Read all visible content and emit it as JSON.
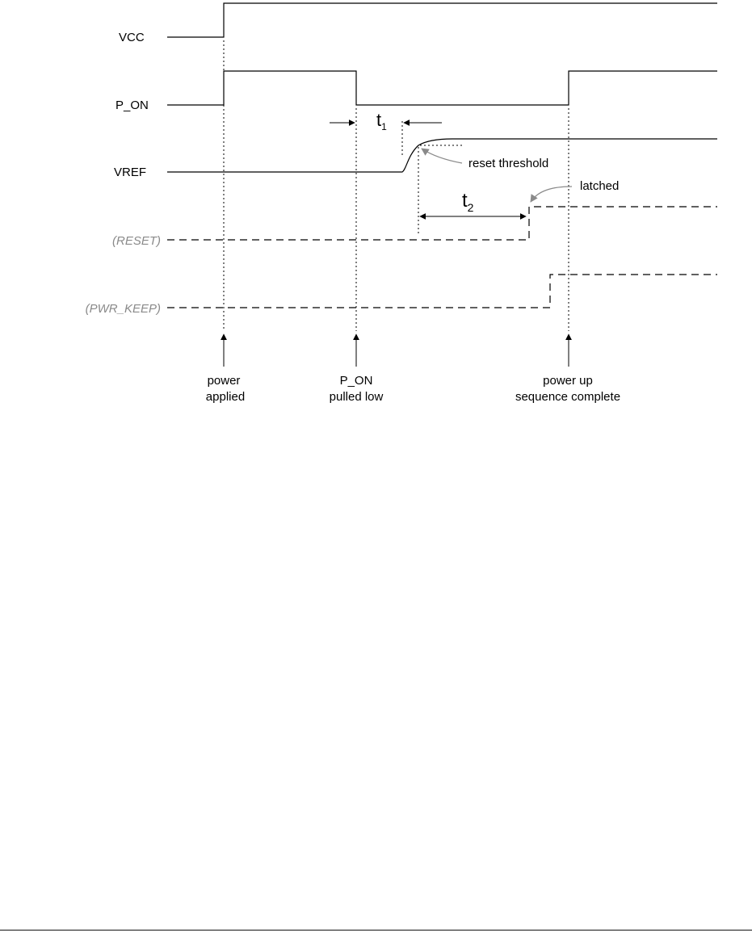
{
  "signals": {
    "vcc": "VCC",
    "p_on": "P_ON",
    "vref": "VREF",
    "reset": "(RESET)",
    "pwr_keep": "(PWR_KEEP)"
  },
  "timing": {
    "t1": "t",
    "t1_sub": "1",
    "t2": "t",
    "t2_sub": "2"
  },
  "callouts": {
    "reset_threshold": "reset threshold",
    "latched": "latched"
  },
  "events": {
    "power_applied": [
      "power",
      "applied"
    ],
    "p_on_pulled_low": [
      "P_ON",
      "pulled low"
    ],
    "power_up_complete": [
      "power up",
      "sequence complete"
    ]
  }
}
